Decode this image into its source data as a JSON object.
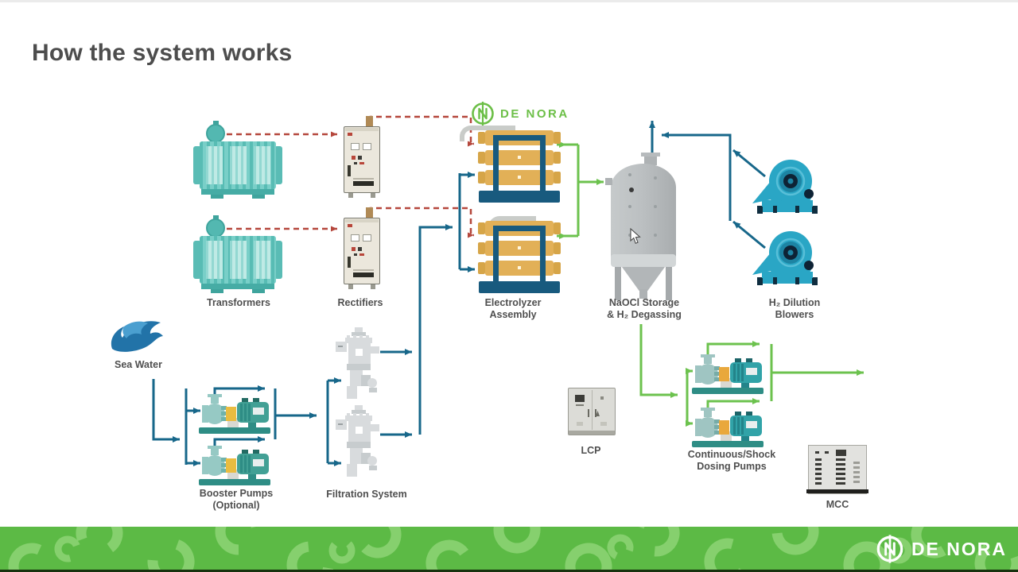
{
  "header": {
    "title": "How the system works"
  },
  "diagram": {
    "logo": {
      "text": "DE NORA"
    },
    "labels": {
      "transformers": "Transformers",
      "rectifiers": "Rectifiers",
      "electrolyzer": [
        "Electrolyzer",
        "Assembly"
      ],
      "naocl": [
        "NaOCl Storage",
        "& H₂ Degassing"
      ],
      "blowers": [
        "H₂ Dilution",
        "Blowers"
      ],
      "sea_water": "Sea Water",
      "booster": [
        "Booster Pumps",
        "(Optional)"
      ],
      "filtration": "Filtration System",
      "lcp": "LCP",
      "dosing": [
        "Continuous/Shock",
        "Dosing Pumps"
      ],
      "mcc": "MCC"
    }
  },
  "footer": {
    "logo_text": "DE NORA"
  },
  "colors": {
    "flow_teal": "#17678a",
    "flow_green": "#6cc24e",
    "flow_red": "#b5473c",
    "brand_green": "#6cbf47",
    "footer_green": "#5cba45",
    "title_text": "#4d4d4d",
    "label_text": "#4f4f4f"
  }
}
